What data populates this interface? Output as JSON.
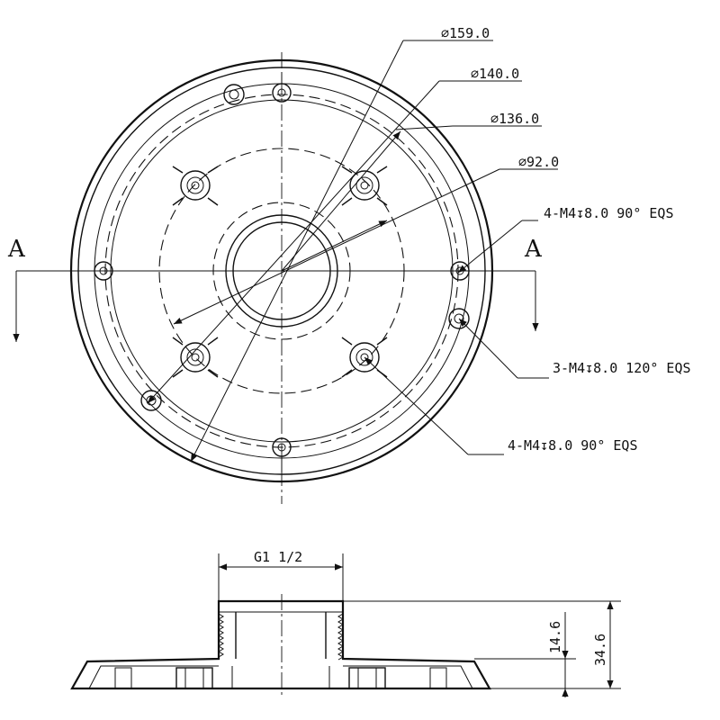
{
  "labels": {
    "dia_159": "∅159.0",
    "dia_140": "∅140.0",
    "dia_136": "∅136.0",
    "dia_92": "∅92.0",
    "holes_a": "4-M4↧8.0 90° EQS",
    "holes_b": "3-M4↧8.0 120° EQS",
    "holes_c": "4-M4↧8.0 90° EQS",
    "section_left": "A",
    "section_right": "A",
    "thread": "G1 1/2",
    "height_a": "14.6",
    "height_b": "34.6"
  }
}
